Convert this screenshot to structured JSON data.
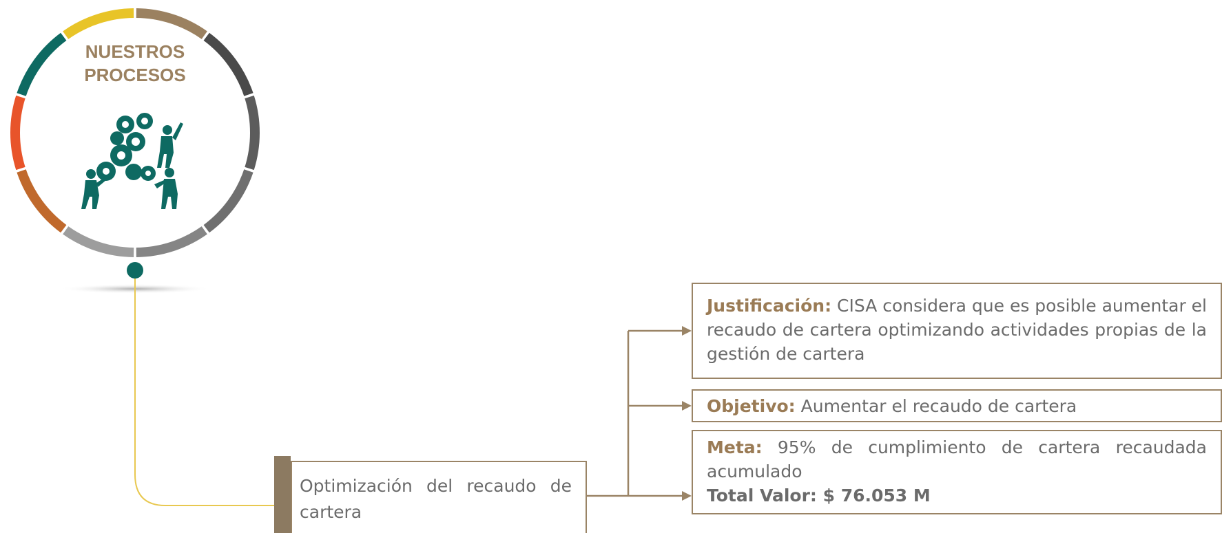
{
  "header": {
    "title_line1": "NUESTROS",
    "title_line2": "PROCESOS"
  },
  "badge": {
    "icon": "gears-workers-icon",
    "ring_colors": [
      "#9b8160",
      "#4a4a4a",
      "#5c5c5c",
      "#6f6f6f",
      "#858585",
      "#9d9d9d",
      "#c0692c",
      "#e8542a",
      "#0e6a62",
      "#e8c428"
    ],
    "gear_color": "#0e6a62"
  },
  "process": {
    "label": "Optimización del recaudo de cartera"
  },
  "justificacion": {
    "label": "Justificación:",
    "text": "CISA considera que es posible aumentar el recaudo de cartera optimizando actividades propias de la gestión de cartera"
  },
  "objetivo": {
    "label": "Objetivo:",
    "text": "Aumentar el recaudo de cartera"
  },
  "meta": {
    "label": "Meta:",
    "text": "95% de cumplimiento de cartera recaudada acumulado",
    "total": "Total Valor: $ 76.053 M"
  },
  "colors": {
    "accent": "#9a7b55",
    "border": "#9a8466",
    "connector": "#e8c850",
    "teal": "#0e6a62"
  }
}
